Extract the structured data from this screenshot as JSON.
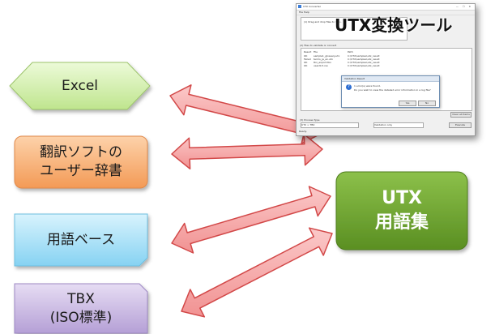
{
  "shapes": {
    "excel": "Excel",
    "translation_dict_line1": "翻訳ソフトの",
    "translation_dict_line2": "ユーザー辞書",
    "termbase": "用語ベース",
    "tbx_line1": "TBX",
    "tbx_line2": "(ISO標準)"
  },
  "utx": {
    "line1": "UTX",
    "line2": "用語集"
  },
  "tool": {
    "title": "UTX変換ツール",
    "screenshot": {
      "window_title": "UTX Converter",
      "menu": "File  Help",
      "drop_label": "(1) Drag and drop files to here.",
      "group_label": "(2) Files to validate or convert",
      "list_header": [
        "Result",
        "File",
        "Path"
      ],
      "rows": [
        [
          "OK",
          "sample1_glossary.utx",
          "C:\\UTX\\samples\\utx_result"
        ],
        [
          "Failed",
          "terms_ja_en.utx",
          "C:\\UTX\\samples\\utx_result"
        ],
        [
          "OK",
          "tbx_export.tbx",
          "C:\\UTX\\samples\\utx_result"
        ],
        [
          "OK",
          "userdict.csv",
          "C:\\UTX\\samples\\utx_result"
        ]
      ],
      "dialog_title": "Validation Result",
      "dialog_msg1": "1 error(s) were found.",
      "dialog_msg2": "Do you wish to view the detailed error information in a log file?",
      "dialog_yes": "Yes",
      "dialog_no": "No",
      "clear_button": "Clear all items",
      "bottom_label": "(3) Process Type",
      "combo1": "UTX > TBX",
      "combo2": "Validation only",
      "execute_button": "Execute",
      "status": "Ready."
    }
  },
  "colors": {
    "excel_fill": "#d4f0b0",
    "dict_fill": "#f7b27a",
    "termbase_fill": "#a8dff7",
    "tbx_fill": "#cbb8e3",
    "utx_fill": "#6fa82d",
    "arrow_fill": "#f4a6a6",
    "arrow_stroke": "#d24848"
  }
}
